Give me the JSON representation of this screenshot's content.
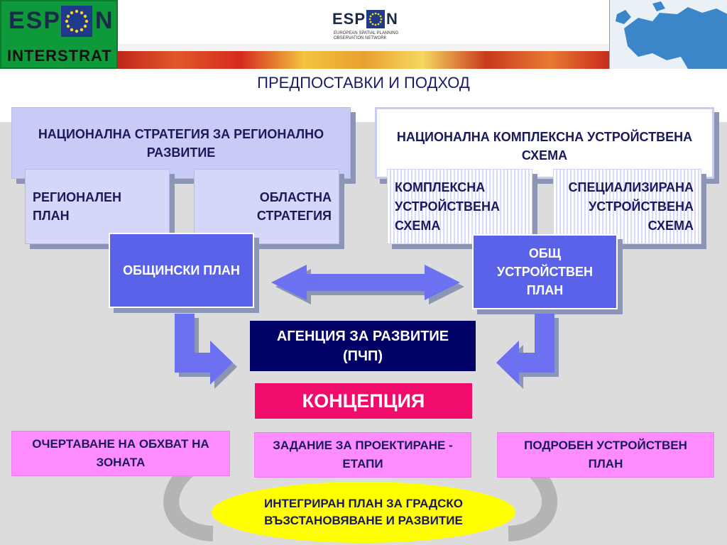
{
  "header": {
    "logo_left_word": "ESP",
    "logo_left_n": "N",
    "logo_left_sub": "INTERSTRAT",
    "logo_center_word": "ESP",
    "logo_center_n": "N",
    "logo_center_tagline": "EUROPEAN SPATIAL PLANNING OBSERVATION NETWORK"
  },
  "title": "ПРЕДПОСТАВКИ И ПОДХОД",
  "left_group": {
    "national": "НАЦИОНАЛНА СТРАТЕГИЯ ЗА РЕГИОНАЛНО РАЗВИТИЕ",
    "regional": "РЕГИОНАЛЕН ПЛАН",
    "district": "ОБЛАСТНА СТРАТЕГИЯ",
    "municipal": "ОБЩИНСКИ ПЛАН"
  },
  "right_group": {
    "national": "НАЦИОНАЛНА КОМПЛЕКСНА УСТРОЙСТВЕНА СХЕМА",
    "complex": "КОМПЛЕКСНА УСТРОЙСТВЕНА СХЕМА",
    "specialized": "СПЕЦИАЛИЗИРАНА УСТРОЙСТВЕНА СХЕМА",
    "general": "ОБЩ УСТРОЙСТВЕН ПЛАН"
  },
  "agency": "АГЕНЦИЯ ЗА РАЗВИТИЕ (ПЧП)",
  "concept": "КОНЦЕПЦИЯ",
  "outputs": {
    "scope": "ОЧЕРТАВАНЕ НА ОБХВАТ НА ЗОНАТА",
    "task": "ЗАДАНИЕ ЗА ПРОЕКТИРАНЕ - ЕТАПИ",
    "detailed": "ПОДРОБЕН УСТРОЙСТВЕН ПЛАН"
  },
  "integrated_plan": "ИНТЕГРИРАН ПЛАН ЗА ГРАДСКО ВЪЗСТАНОВЯВАНЕ И РАЗВИТИЕ",
  "colors": {
    "lavender": "#c8cbf6",
    "blue": "#5b62ea",
    "navy": "#020166",
    "pink": "#ef0c6b",
    "magenta": "#ff8cff",
    "yellow": "#ffff00"
  }
}
